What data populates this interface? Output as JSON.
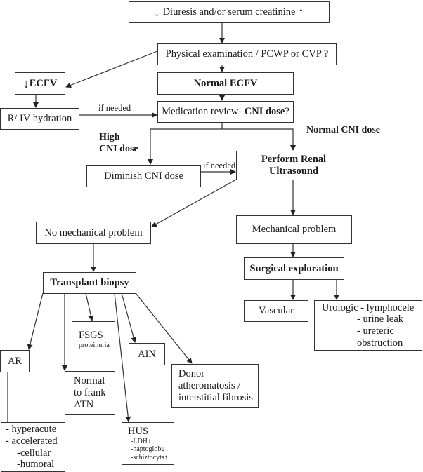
{
  "title": "Renal transplant dysfunction flowchart",
  "nodes": {
    "start": {
      "pre": "↓",
      "text": " Diuresis and/or serum creatinine ",
      "post": "↑"
    },
    "physical": "Physical examination / PCWP or CVP ?",
    "low_ecfv": {
      "arrow": "↓",
      "text": "ECFV"
    },
    "normal_ecfv": "Normal ECFV",
    "hydration": "R/ IV hydration",
    "medication": {
      "text": "Medication review- ",
      "bold": "CNI dose",
      "post": "?"
    },
    "diminish": "Diminish CNI dose",
    "ultrasound": [
      "Perform Renal",
      "Ultrasound"
    ],
    "no_mech": "No mechanical problem",
    "mech": "Mechanical problem",
    "surgical": "Surgical exploration",
    "vascular": "Vascular",
    "urologic": [
      "Urologic - lymphocele",
      "- urine leak",
      "- ureteric",
      "obstruction"
    ],
    "biopsy": "Transplant biopsy",
    "ar": "AR",
    "ar_types": [
      "- hyperacute",
      "- accelerated",
      "-cellular",
      "-humoral"
    ],
    "fsgs": {
      "title": "FSGS",
      "sub": "proteinuria"
    },
    "atn": [
      "Normal",
      "to frank",
      "ATN"
    ],
    "hus": {
      "title": "HUS",
      "items": [
        "-LDH↑",
        "-haptoglob↓",
        "-schiztocyts↑"
      ]
    },
    "ain": "AIN",
    "donor": [
      "Donor",
      "atheromatosis /",
      "interstitial fibrosis"
    ]
  },
  "labels": {
    "if_needed_1": "if needed",
    "if_needed_2": "if needed",
    "high_cni": [
      "High",
      "CNI dose"
    ],
    "normal_cni": "Normal CNI dose"
  },
  "colors": {
    "line": "#333333",
    "text": "#1a1a1a",
    "background": "#ffffff"
  }
}
